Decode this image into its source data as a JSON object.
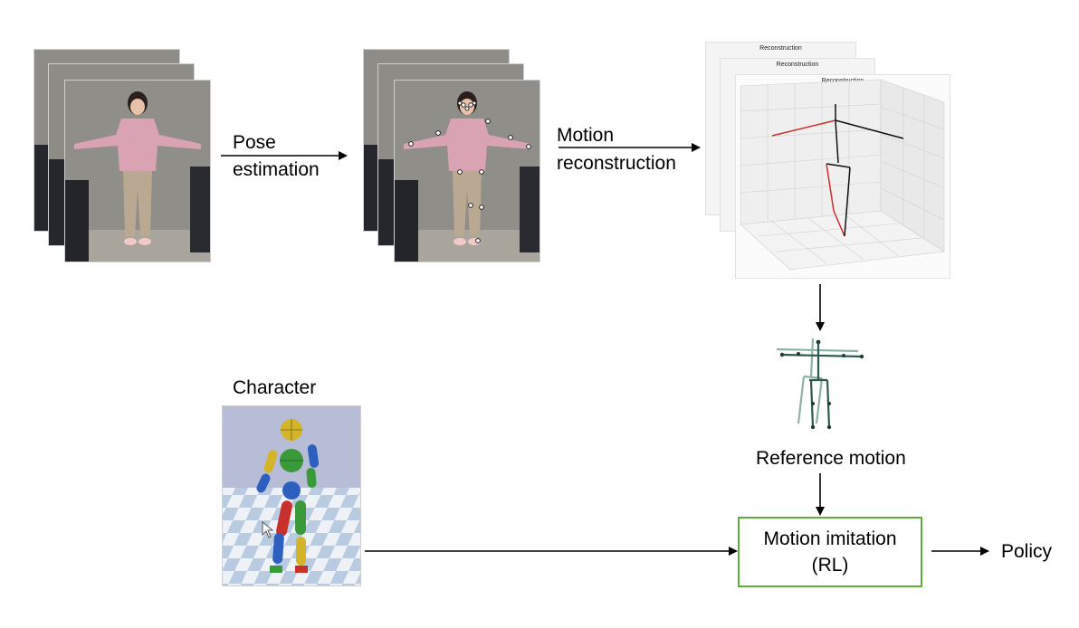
{
  "pose_step_label_line1": "Pose",
  "pose_step_label_line2": "estimation",
  "motion_step_label_line1": "Motion",
  "motion_step_label_line2": "reconstruction",
  "plot_title": "Reconstruction",
  "character_label": "Character",
  "reference_motion_label": "Reference motion",
  "imitation_box_line1": "Motion imitation",
  "imitation_box_line2": "(RL)",
  "policy_label": "Policy",
  "colors": {
    "box_border": "#5fae3b",
    "skeleton_left": "#d22b2b",
    "skeleton_right": "#111111",
    "sweater": "#d9a3b3",
    "pants": "#b9a992",
    "wall": "#8b8a84",
    "sim_sky": "#b7bdd6"
  }
}
